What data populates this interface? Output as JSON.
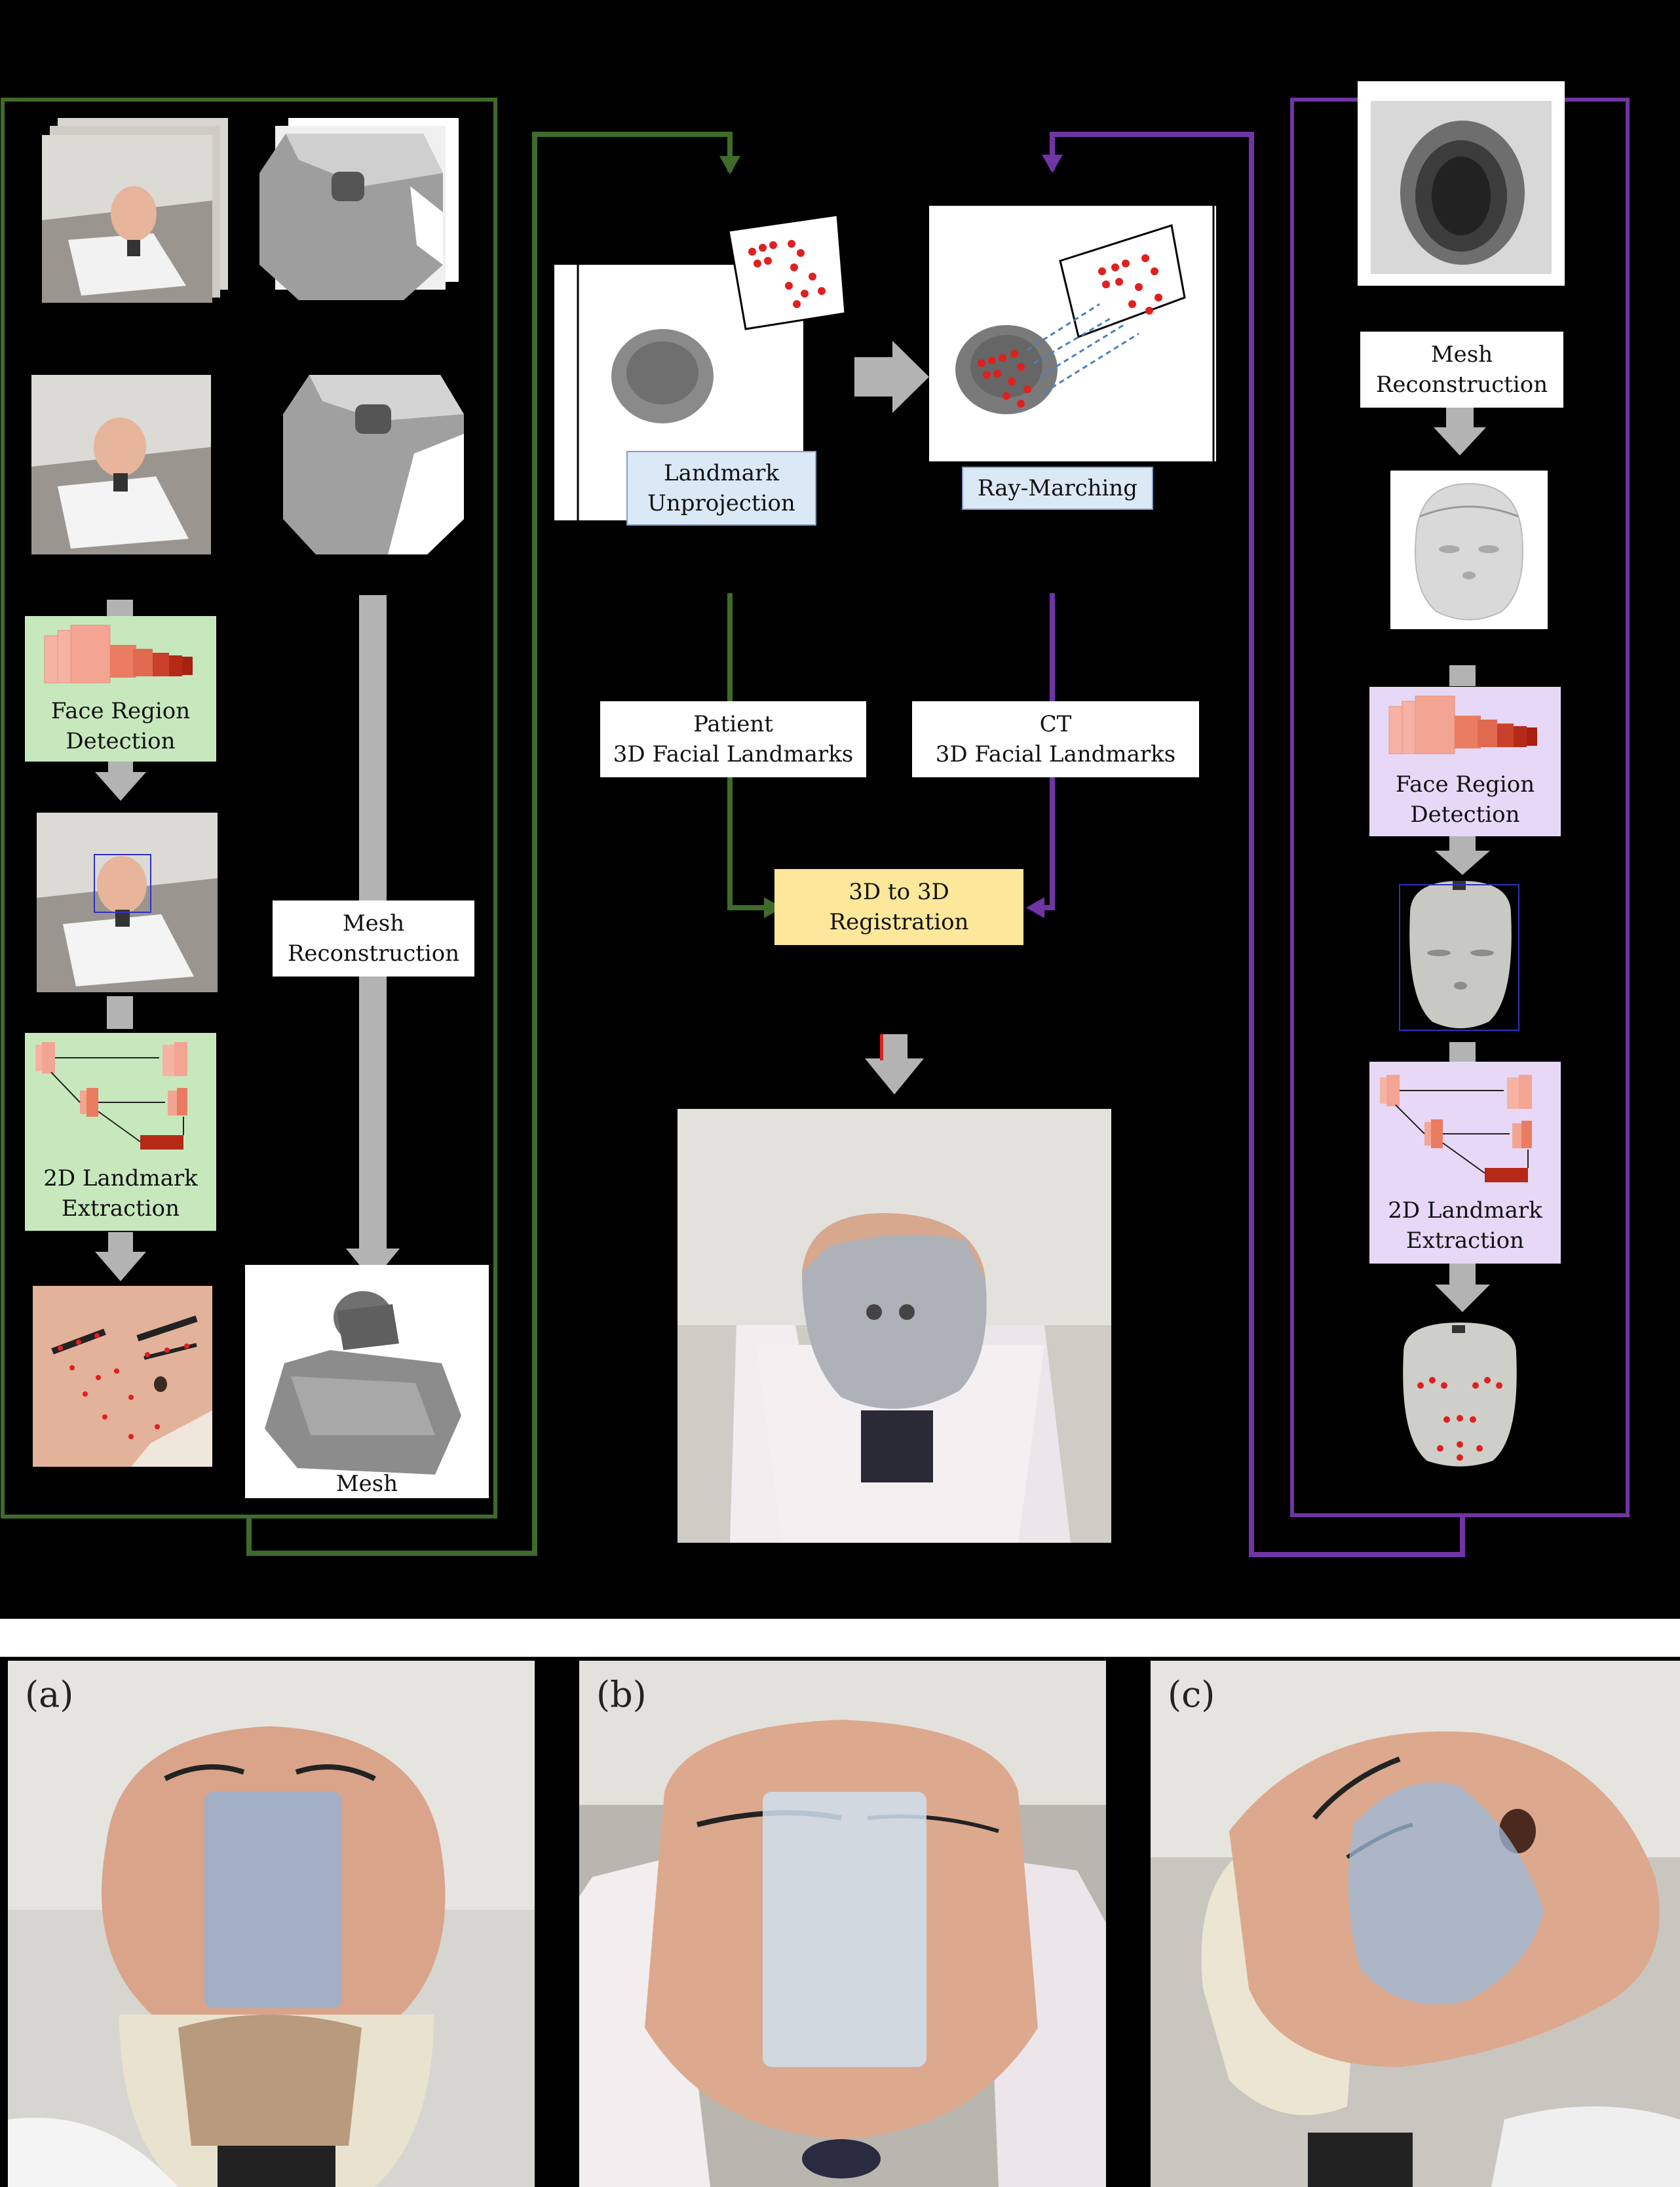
{
  "colors": {
    "patient_path": "#3f6b2a",
    "ct_path": "#6f35a3",
    "flow_arrow": "#b3b3b3",
    "landmark_dot": "#e02020"
  },
  "left_panel": {
    "mesh_reconstruction": "Mesh\nReconstruction",
    "face_region_detection": "Face Region\nDetection",
    "landmark_extraction": "2D Landmark\nExtraction",
    "mesh_caption": "Mesh"
  },
  "center_panel": {
    "landmark_unprojection": "Landmark\nUnprojection",
    "ray_marching": "Ray-Marching",
    "patient_landmarks": "Patient\n3D Facial Landmarks",
    "ct_landmarks": "CT\n3D Facial Landmarks",
    "registration": "3D to 3D\nRegistration"
  },
  "right_panel": {
    "mesh_reconstruction": "Mesh\nReconstruction",
    "face_region_detection": "Face Region\nDetection",
    "landmark_extraction": "2D Landmark\nExtraction"
  },
  "bottom_panels": [
    {
      "label": "(a)"
    },
    {
      "label": "(b)"
    },
    {
      "label": "(c)"
    }
  ]
}
